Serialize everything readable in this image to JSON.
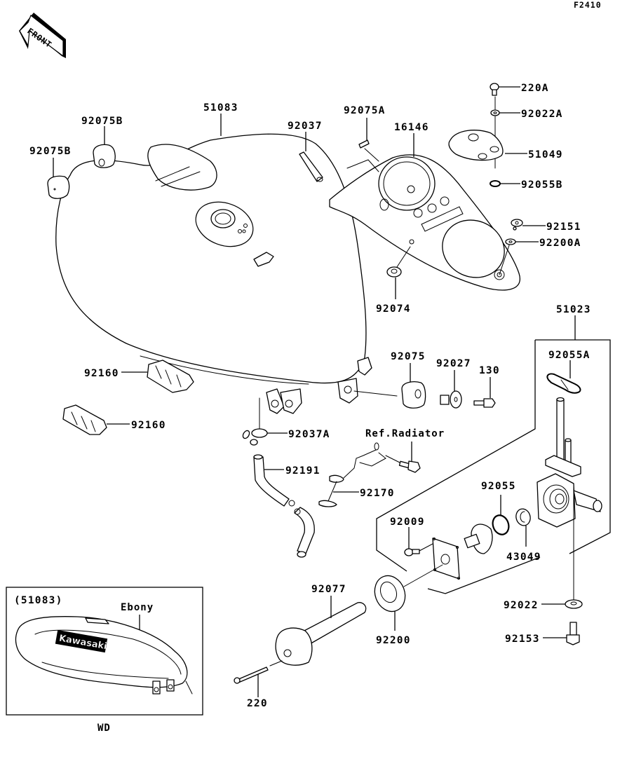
{
  "diagram": {
    "figure_id": "F2410",
    "front_indicator": "FRONT",
    "callouts": {
      "p51083": "51083",
      "p92075B_a": "92075B",
      "p92075B_b": "92075B",
      "p92037": "92037",
      "p92075A": "92075A",
      "p16146": "16146",
      "p220A": "220A",
      "p92022A": "92022A",
      "p51049": "51049",
      "p92055B": "92055B",
      "p92151": "92151",
      "p92200A": "92200A",
      "p92074": "92074",
      "p51023": "51023",
      "p92055A": "92055A",
      "p92075": "92075",
      "p92027": "92027",
      "p130": "130",
      "p92160_a": "92160",
      "p92160_b": "92160",
      "p92037A": "92037A",
      "ref_radiator": "Ref.Radiator",
      "p92191": "92191",
      "p92170": "92170",
      "p92055": "92055",
      "p92009": "92009",
      "p43049": "43049",
      "p92022": "92022",
      "p92153": "92153",
      "p92077": "92077",
      "p92200": "92200",
      "p220": "220"
    },
    "inset": {
      "part_ref": "(51083)",
      "color_label": "Ebony",
      "brand_text": "Kawasaki",
      "variant_code": "WD"
    }
  }
}
